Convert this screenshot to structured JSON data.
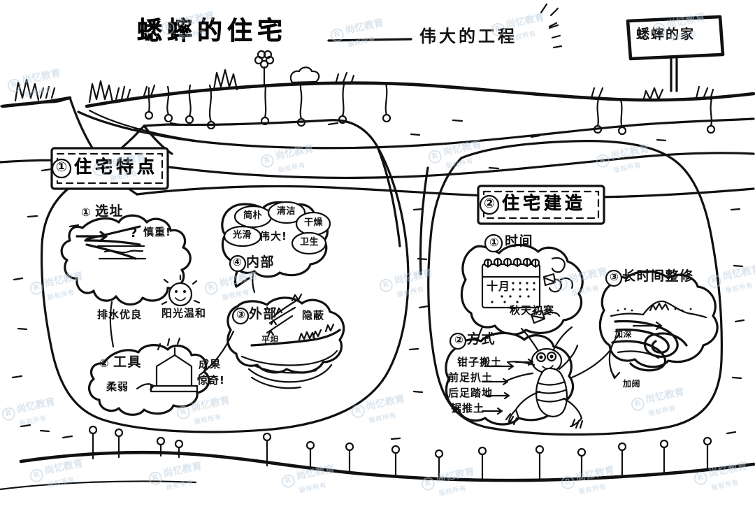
{
  "page": {
    "title": "蟋蟀的住宅",
    "subtitle": "伟大的工程",
    "dash": "——",
    "sign_label": "蟋蟀的家",
    "watermark": "尚忆教育",
    "watermark_sub": "版权所有",
    "watermark_mark": "R"
  },
  "colors": {
    "ink": "#111111",
    "paper": "#ffffff",
    "watermark": "#b9ccdd"
  },
  "sections": [
    {
      "number": "①",
      "heading": "住宅特点",
      "nodes": [
        {
          "number": "①",
          "label": "选址",
          "notes": [
            "?",
            "慎重!",
            "排水优良",
            "阳光温和"
          ]
        },
        {
          "number": "②",
          "label": "工具",
          "notes": [
            "柔弱",
            "成果",
            "惊奇!"
          ]
        },
        {
          "number": "③",
          "label": "外部",
          "notes": [
            "平坦",
            "隐蔽"
          ]
        },
        {
          "number": "④",
          "label": "内部",
          "notes": [
            "伟大!"
          ],
          "bubbles": [
            "简朴",
            "清洁",
            "干燥",
            "光滑",
            "卫生"
          ]
        }
      ]
    },
    {
      "number": "②",
      "heading": "住宅建造",
      "nodes": [
        {
          "number": "①",
          "label": "时间",
          "notes": [
            "十月",
            "秋天初寒"
          ]
        },
        {
          "number": "②",
          "label": "方式",
          "notes": [
            "钳子搬土",
            "前足扒土",
            "后足踏地",
            "锯推土"
          ]
        },
        {
          "number": "③",
          "label": "长时间整修",
          "notes": [
            "加深",
            "加阔"
          ]
        }
      ]
    }
  ],
  "labels": {
    "title": "蟋蟀的住宅",
    "dash": "——",
    "subtitle": "伟大的工程",
    "sign": "蟋蟀的家",
    "sec1_num": "①",
    "sec1_head": "住宅特点",
    "sec2_num": "②",
    "sec2_head": "住宅建造",
    "n1_num": "①",
    "n1_label": "选址",
    "n1_q": "?",
    "n1_careful": "慎重!",
    "n1_drain": "排水优良",
    "n1_sun": "阳光温和",
    "n2_num": "②",
    "n2_label": "工具",
    "n2_weak": "柔弱",
    "n2_result": "成果",
    "n2_amaze": "惊奇!",
    "n3_num": "③",
    "n3_label": "外部",
    "n3_flat": "平坦",
    "n3_hidden": "隐蔽",
    "n4_num": "④",
    "n4_label": "内部",
    "n4_great": "伟大!",
    "b1": "简朴",
    "b2": "清洁",
    "b3": "干燥",
    "b4": "光滑",
    "b5": "卫生",
    "r1_num": "①",
    "r1_label": "时间",
    "r1_month": "十月",
    "r1_season": "秋天初寒",
    "r2_num": "②",
    "r2_label": "方式",
    "r2_a": "钳子搬土",
    "r2_b": "前足扒土",
    "r2_c": "后足踏地",
    "r2_d": "锯推土",
    "r3_num": "③",
    "r3_label": "长时间整修",
    "r3_deep": "加深",
    "r3_wide": "加阔"
  }
}
